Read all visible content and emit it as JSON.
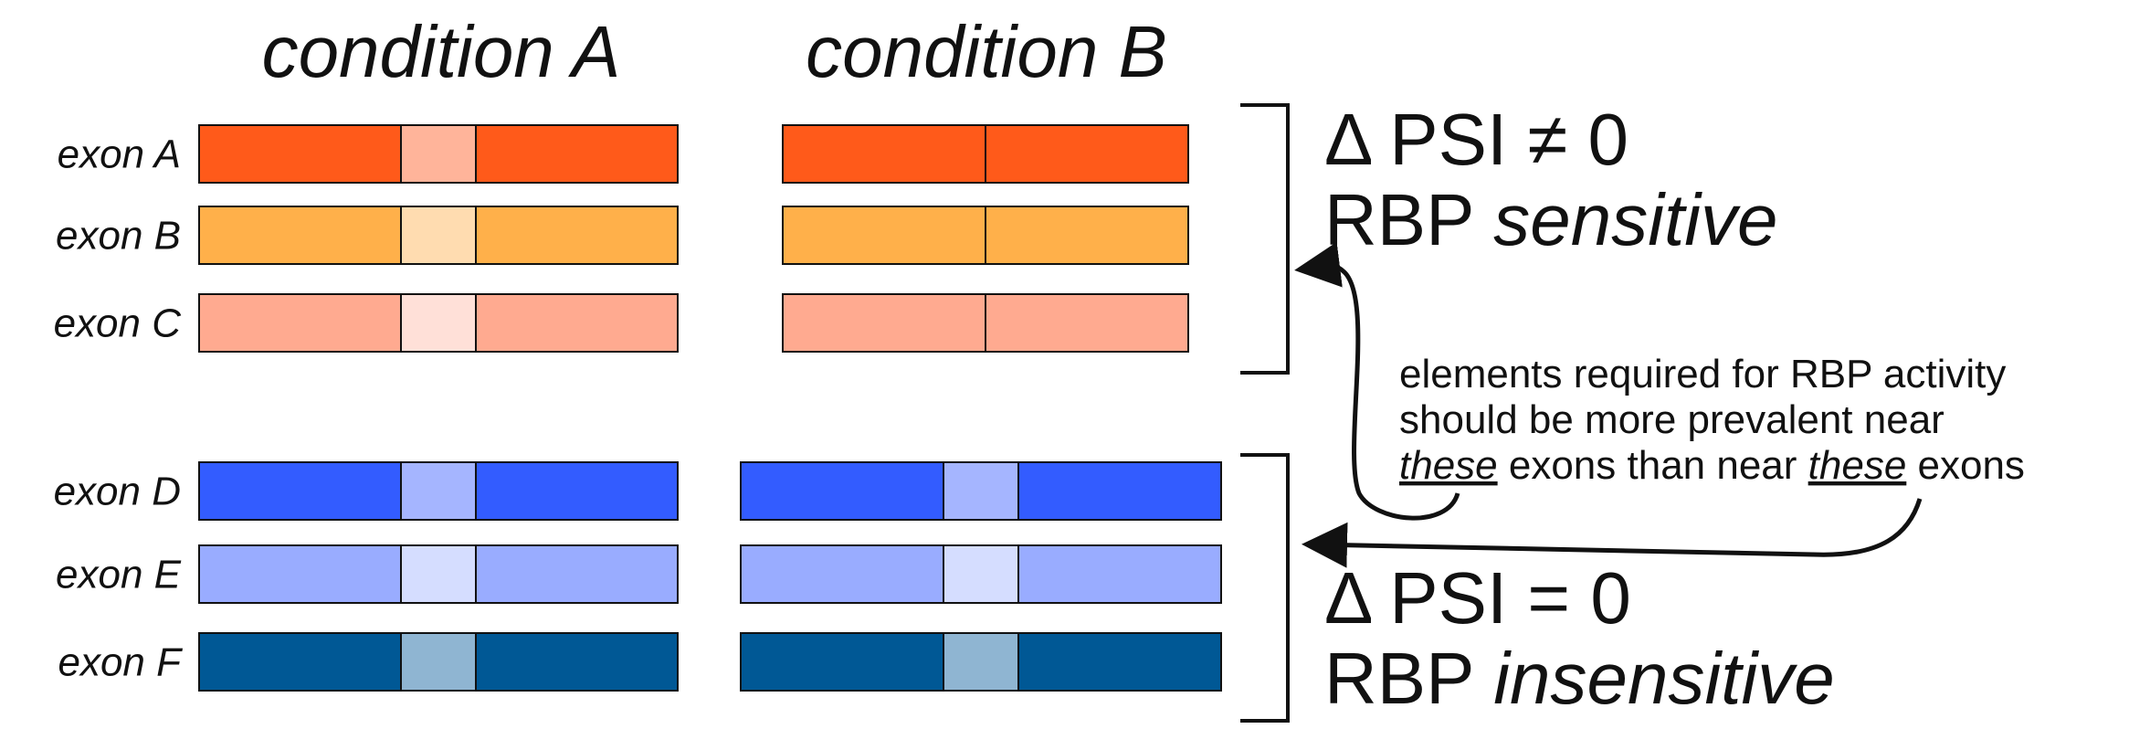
{
  "columns": {
    "a": "condition A",
    "b": "condition B"
  },
  "exons": [
    {
      "label": "exon A",
      "colors": {
        "outer": "#ff5a1a",
        "middle_a": "#ffb49a",
        "middle_b": "#ff5a1a"
      },
      "middle_in_b": false
    },
    {
      "label": "exon B",
      "colors": {
        "outer": "#ffb04a",
        "middle_a": "#ffdcb0",
        "middle_b": "#ffb04a"
      },
      "middle_in_b": false
    },
    {
      "label": "exon C",
      "colors": {
        "outer": "#ffaa90",
        "middle_a": "#ffe0d8",
        "middle_b": "#ffaa90"
      },
      "middle_in_b": false
    },
    {
      "label": "exon D",
      "colors": {
        "outer": "#335cff",
        "middle_a": "#a5b5ff",
        "middle_b": "#a5b5ff"
      },
      "middle_in_b": true
    },
    {
      "label": "exon E",
      "colors": {
        "outer": "#99acff",
        "middle_a": "#d5ddff",
        "middle_b": "#d5ddff"
      },
      "middle_in_b": true
    },
    {
      "label": "exon F",
      "colors": {
        "outer": "#005895",
        "middle_a": "#8fb5d2",
        "middle_b": "#8fb5d2"
      },
      "middle_in_b": true
    }
  ],
  "groups": {
    "sensitive": {
      "line1": "Δ PSI ≠ 0",
      "line2_plain": "RBP ",
      "line2_italic": "sensitive"
    },
    "insensitive": {
      "line1": "Δ PSI = 0",
      "line2_plain": "RBP ",
      "line2_italic": "insensitive"
    }
  },
  "note": {
    "line1": "elements required for RBP activity",
    "line2": "should be more prevalent near",
    "line3": {
      "w1": "these",
      "w2": " exons than near ",
      "w3": "these",
      "w4": " exons"
    }
  }
}
